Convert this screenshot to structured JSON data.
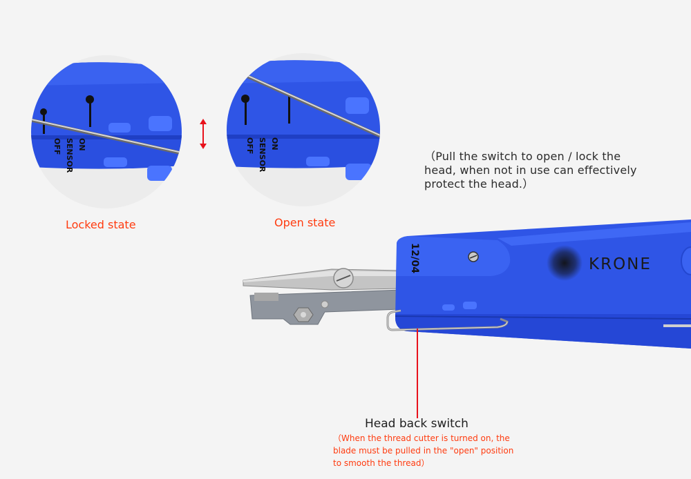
{
  "colors": {
    "background": "#f4f4f4",
    "tool_blue": "#2f55e6",
    "tool_blue_dark": "#1f3fc4",
    "accent_red": "#ff3b0f",
    "pointer_red": "#e8111b",
    "text_dark": "#2b2b2b",
    "metal": "#b9b9b9",
    "plastic_grey": "#8f959e"
  },
  "details": {
    "locked": {
      "label": "Locked state",
      "markings": [
        "OFF",
        "SENSOR",
        "ON"
      ]
    },
    "open": {
      "label": "Open state",
      "markings": [
        "OFF",
        "SENSOR",
        "ON"
      ]
    },
    "toggle_indicator_icon": "double-arrow-vertical"
  },
  "note": {
    "lines": [
      "（Pull the switch to open / lock the",
      "head, when not in use can effectively",
      "protect the head.）"
    ]
  },
  "tool": {
    "brand": "KRONE",
    "model_marking": "12/04"
  },
  "head_switch": {
    "title": "Head back switch",
    "description_lines": [
      "（When the thread cutter is turned on, the",
      "blade must be pulled in the \"open\" position",
      "to smooth the thread）"
    ]
  }
}
